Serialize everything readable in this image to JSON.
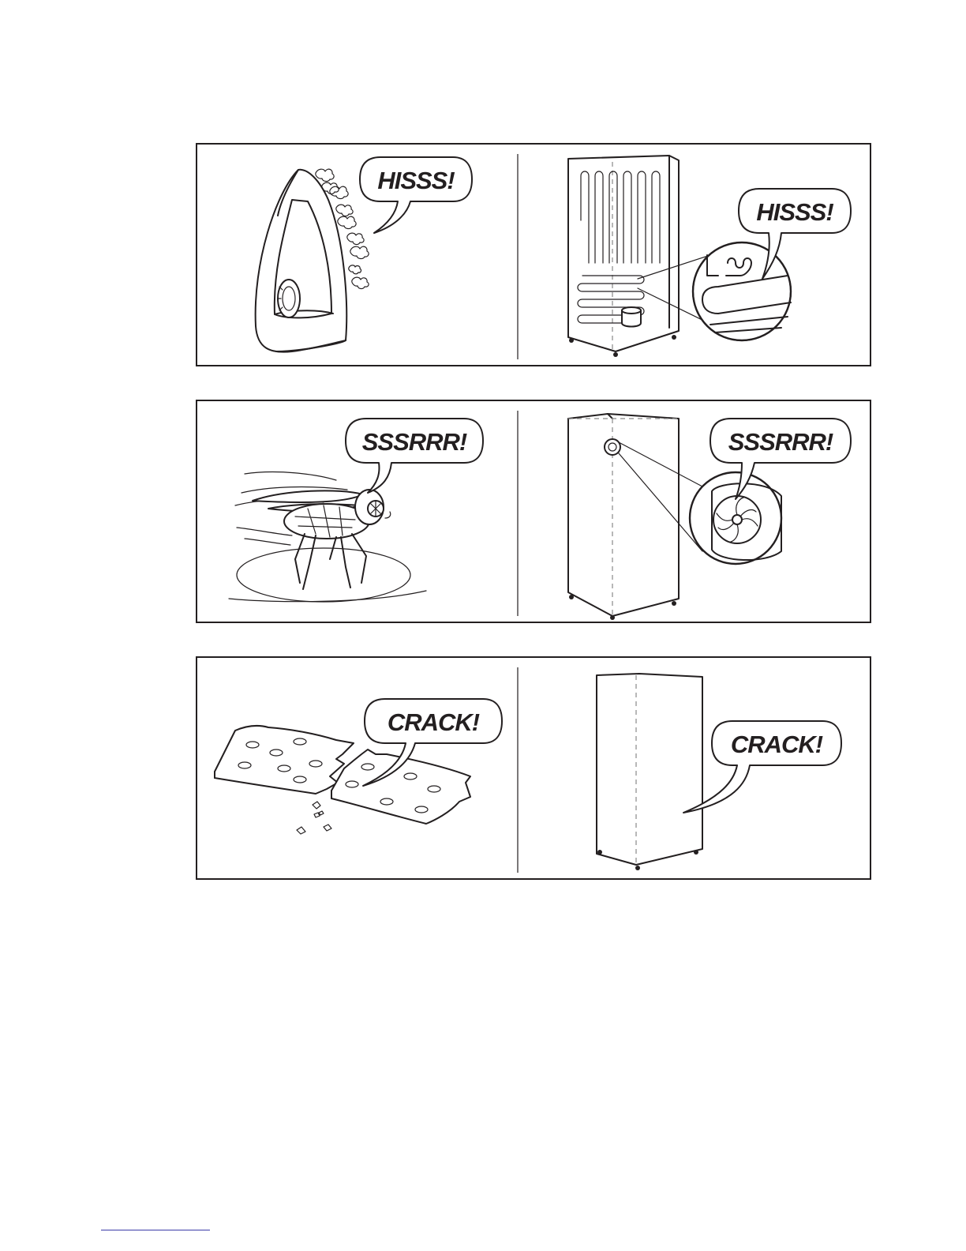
{
  "panels": [
    {
      "left_sound": "HISSS!",
      "right_sound": "HISSS!",
      "left_scene": "steam-iron",
      "right_scene": "fridge-back-coils"
    },
    {
      "left_sound": "SSSRRR!",
      "right_sound": "SSSRRR!",
      "left_scene": "buzzing-fly",
      "right_scene": "fridge-fan"
    },
    {
      "left_sound": "CRACK!",
      "right_sound": "CRACK!",
      "left_scene": "cracking-biscuit",
      "right_scene": "fridge-cabinet"
    }
  ],
  "colors": {
    "ink": "#231f20",
    "rule": "#3a3aa8"
  }
}
